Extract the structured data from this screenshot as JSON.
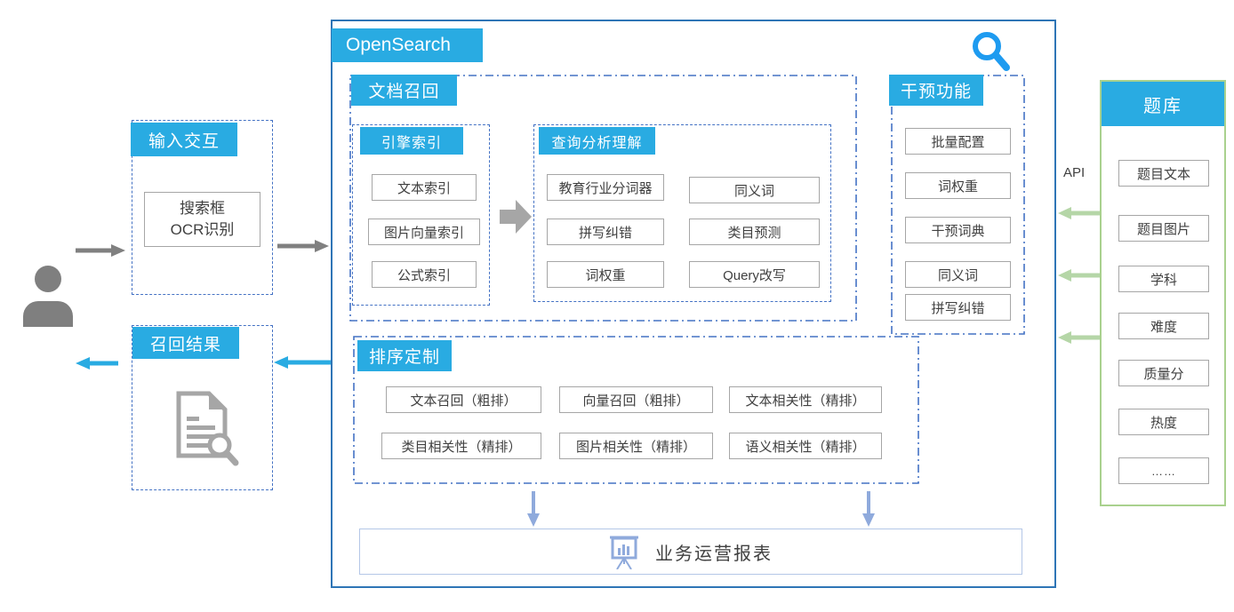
{
  "colors": {
    "accent_cyan": "#29ABE2",
    "main_border_blue": "#2E75B6",
    "dashed_blue": "#4472C4",
    "green_border": "#A9D18E",
    "green_arrow": "#B5D6A7",
    "periwinkle": "#8FAADC",
    "report_border": "#B4C7E7",
    "gray": "#808080",
    "item_border": "#A6A6A6"
  },
  "icons": {
    "user": "person-icon",
    "top_search": "magnifier-icon",
    "recall_doc": "document-magnifier-icon",
    "report": "presentation-chart-icon"
  },
  "user_flow": {
    "input_panel": {
      "title": "输入交互",
      "box_lines": [
        "搜索框",
        "OCR识别"
      ]
    },
    "recall_panel": {
      "title": "召回结果"
    }
  },
  "opensearch": {
    "title": "OpenSearch",
    "doc_recall": {
      "title": "文档召回",
      "engine_index": {
        "title": "引擎索引",
        "items": [
          "文本索引",
          "图片向量索引",
          "公式索引"
        ]
      },
      "query_analysis": {
        "title": "查询分析理解",
        "left_items": [
          "教育行业分词器",
          "拼写纠错",
          "词权重"
        ],
        "right_items": [
          "同义词",
          "类目预测",
          "Query改写"
        ]
      }
    },
    "intervention": {
      "title": "干预功能",
      "items": [
        "批量配置",
        "词权重",
        "干预词典",
        "同义词",
        "拼写纠错"
      ]
    },
    "sorting": {
      "title": "排序定制",
      "row1": [
        "文本召回（粗排）",
        "向量召回（粗排）",
        "文本相关性（精排）"
      ],
      "row2": [
        "类目相关性（精排）",
        "图片相关性（精排）",
        "语义相关性（精排）"
      ]
    },
    "report": {
      "label": "业务运营报表"
    }
  },
  "question_bank": {
    "title": "题库",
    "api_label": "API",
    "items": [
      "题目文本",
      "题目图片",
      "学科",
      "难度",
      "质量分",
      "热度",
      "……"
    ]
  }
}
